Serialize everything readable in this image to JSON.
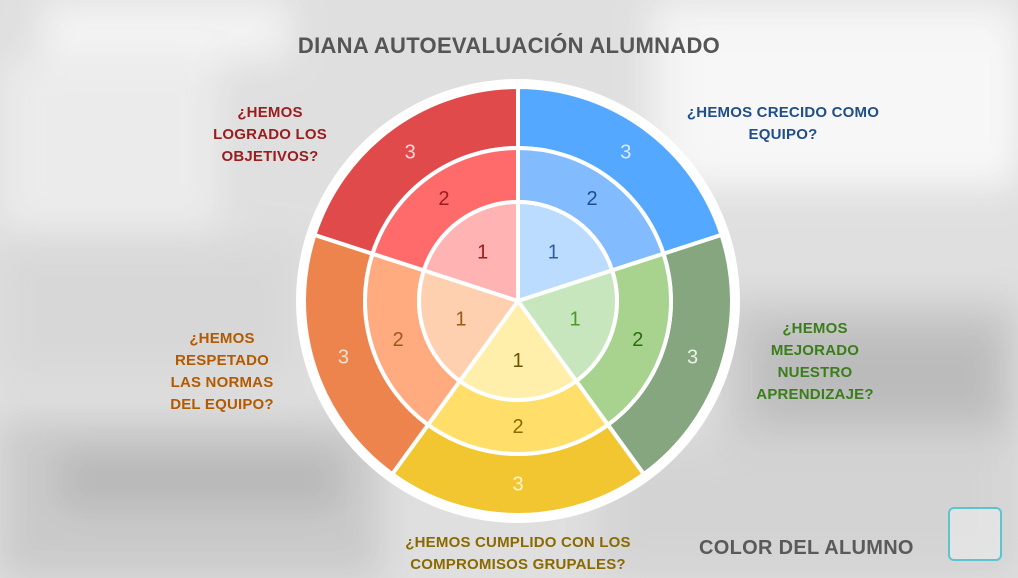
{
  "title": "DIANA AUTOEVALUACIÓN ALUMNADO",
  "color_label": "COLOR DEL ALUMNO",
  "segments": [
    {
      "key": "objetivos",
      "question": "¿HEMOS\nLOGRADO LOS\nOBJETIVOS?",
      "text_color": "#9b1c1c",
      "ring_colors": [
        "#ffb3b3",
        "#ff6b6b",
        "#e04a4a"
      ],
      "number_colors": [
        "#9b1c1c",
        "#9b1c1c",
        "#ffd6d6"
      ],
      "levels": [
        "1",
        "2",
        "3"
      ]
    },
    {
      "key": "equipo",
      "question": "¿HEMOS CRECIDO COMO\nEQUIPO?",
      "text_color": "#1f4e8c",
      "ring_colors": [
        "#bcdcff",
        "#82bcff",
        "#55a8ff"
      ],
      "number_colors": [
        "#2a5e9e",
        "#1f4e8c",
        "#dcecff"
      ],
      "levels": [
        "1",
        "2",
        "3"
      ]
    },
    {
      "key": "aprendizaje",
      "question": "¿HEMOS\nMEJORADO\nNUESTRO\nAPRENDIZAJE?",
      "text_color": "#3a7d1a",
      "ring_colors": [
        "#c8e6bd",
        "#a7d38f",
        "#86a67f"
      ],
      "number_colors": [
        "#4a9a2a",
        "#2e6b12",
        "#e8f2e5"
      ],
      "levels": [
        "1",
        "2",
        "3"
      ]
    },
    {
      "key": "compromisos",
      "question": "¿HEMOS CUMPLIDO CON LOS\nCOMPROMISOS GRUPALES?",
      "text_color": "#8a6a00",
      "ring_colors": [
        "#ffefab",
        "#ffdf6a",
        "#f2c631"
      ],
      "number_colors": [
        "#6b5400",
        "#8a6a00",
        "#fff6cf"
      ],
      "levels": [
        "1",
        "2",
        "3"
      ]
    },
    {
      "key": "normas",
      "question": "¿HEMOS\nRESPETADO\nLAS NORMAS\nDEL EQUIPO?",
      "text_color": "#b35a00",
      "ring_colors": [
        "#ffd0b0",
        "#ffab7f",
        "#ee844d"
      ],
      "number_colors": [
        "#9b5a1a",
        "#9b5a1a",
        "#ffe2cc"
      ],
      "levels": [
        "1",
        "2",
        "3"
      ]
    }
  ]
}
